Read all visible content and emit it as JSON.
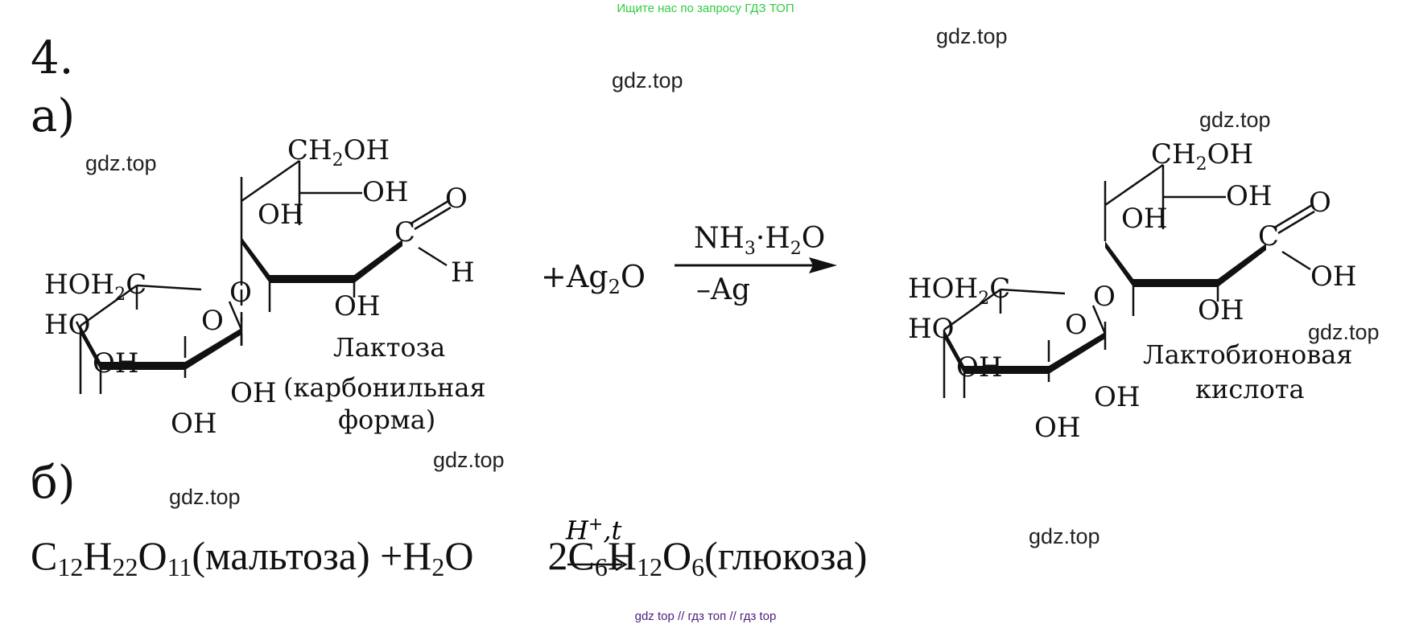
{
  "banner_top": "Ищите нас по запросу ГДЗ ТОП",
  "banner_bottom": "gdz top  //  гдз топ  //  гдз top",
  "watermark": "gdz.top",
  "task_number": "4.",
  "part_a": "а)",
  "part_b": "б)",
  "lactose": {
    "label_line1": "Лактоза",
    "label_line2": "(карбонильная",
    "label_line3": "форма)",
    "ch2oh": "CH",
    "ch2oh_sub": "2",
    "ch2oh_tail": "OH",
    "hoh2c": "HOH",
    "hoh2c_sub": "2",
    "hoh2c_tail": "C",
    "oh": "OH",
    "ho": "HO",
    "o": "O",
    "c": "C",
    "h": "H"
  },
  "reaction_a": {
    "reagent": "+Ag",
    "reagent_sub": "2",
    "reagent_tail": "O",
    "above_arrow": "NH",
    "above_sub1": "3",
    "above_mid": "·H",
    "above_sub2": "2",
    "above_tail": "O",
    "below_arrow": "–Ag"
  },
  "lactobionic": {
    "label_line1": "Лактобионовая",
    "label_line2": "кислота"
  },
  "reaction_b": {
    "c": "C",
    "c_sub": "12",
    "h": "H",
    "h_sub": "22",
    "o": "O",
    "o_sub": "11",
    "maltose": "(мальтоза) +H",
    "water_sub": "2",
    "water_tail": "O",
    "conditions": "H",
    "conditions_sup": "+",
    "conditions_tail": ",t",
    "product_coef": "2C",
    "p_c_sub": "6",
    "p_h": "H",
    "p_h_sub": "12",
    "p_o": "O",
    "p_o_sub": "6",
    "glucose": "(глюкоза)"
  }
}
